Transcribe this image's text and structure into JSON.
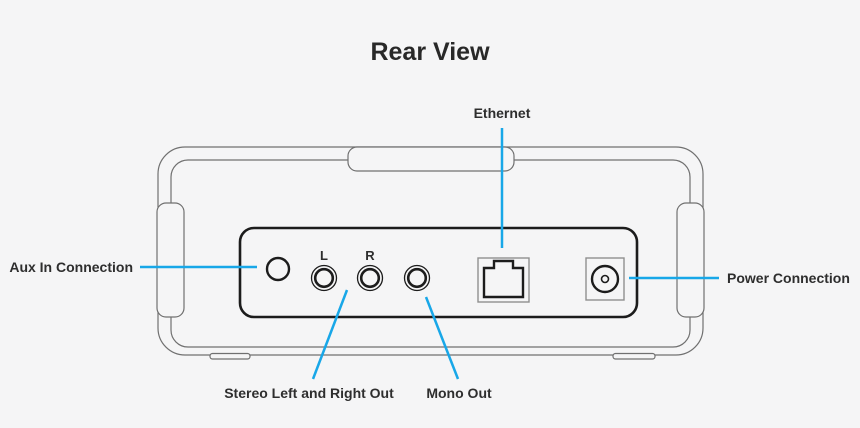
{
  "title": "Rear View",
  "colors": {
    "bg": "#f5f5f6",
    "accent": "#18a7e8",
    "outline": "#707070",
    "port-outline": "#8f8f8f",
    "dark": "#1c1c1c",
    "text": "#2e2e2e"
  },
  "labels": {
    "aux": "Aux In Connection",
    "ethernet": "Ethernet",
    "power": "Power Connection",
    "stereo": "Stereo Left and Right Out",
    "mono": "Mono Out"
  },
  "ports": {
    "left_channel": "L",
    "right_channel": "R"
  }
}
